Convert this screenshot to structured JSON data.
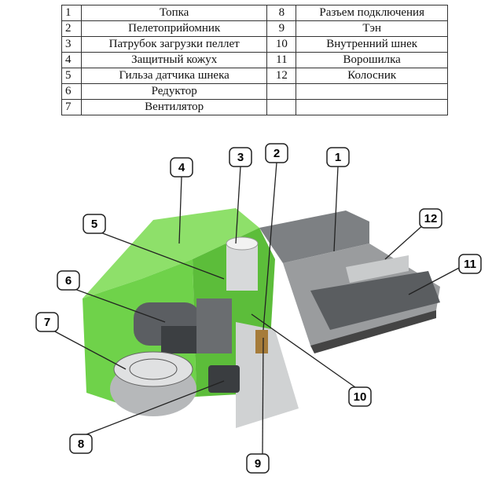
{
  "legend": {
    "rows": [
      {
        "n1": "1",
        "t1": "Топка",
        "n2": "8",
        "t2": "Разъем подключения"
      },
      {
        "n1": "2",
        "t1": "Пелетоприйомник",
        "n2": "9",
        "t2": "Тэн"
      },
      {
        "n1": "3",
        "t1": "Патрубок загрузки пеллет",
        "n2": "10",
        "t2": "Внутренний шнек"
      },
      {
        "n1": "4",
        "t1": "Защитный кожух",
        "n2": "11",
        "t2": "Ворошилка"
      },
      {
        "n1": "5",
        "t1": "Гильза датчика шнека",
        "n2": "12",
        "t2": "Колосник"
      },
      {
        "n1": "6",
        "t1": "Редуктор",
        "n2": "",
        "t2": ""
      },
      {
        "n1": "7",
        "t1": "Вентилятор",
        "n2": "",
        "t2": ""
      }
    ]
  },
  "callouts": [
    "1",
    "2",
    "3",
    "4",
    "5",
    "6",
    "7",
    "8",
    "9",
    "10",
    "11",
    "12"
  ],
  "colors": {
    "casing": "#6fd24a",
    "metal": "#8a8c8e",
    "dark": "#3c3f42"
  }
}
